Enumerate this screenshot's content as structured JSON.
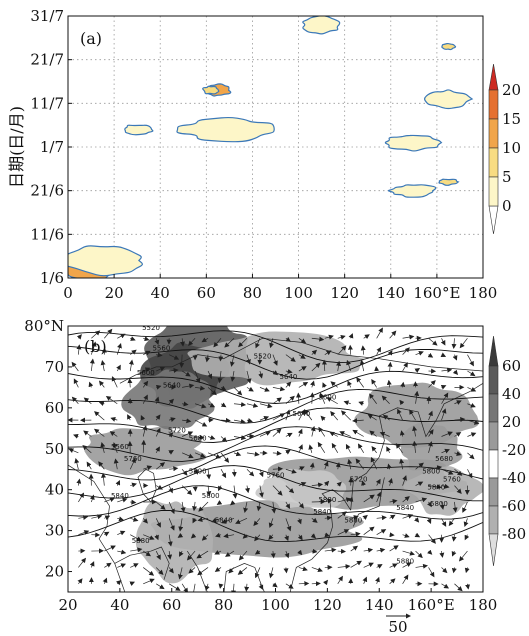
{
  "chart_data": [
    {
      "type": "heatmap",
      "panel_label": "(a)",
      "ylabel": "日期(日/月)",
      "xlim": [
        0,
        180
      ],
      "x_ticks": [
        "0",
        "20",
        "40",
        "60",
        "80",
        "100",
        "120",
        "140",
        "160°E",
        "180"
      ],
      "y_ticks": [
        "1/6",
        "11/6",
        "21/6",
        "1/7",
        "11/7",
        "21/7",
        "31/7"
      ],
      "grid": true,
      "colorbar": {
        "ticks": [
          "0",
          "5",
          "10",
          "15",
          "20"
        ],
        "colors": [
          "#fdf6c8",
          "#f8dc82",
          "#f1a54a",
          "#e57030",
          "#cc2a22"
        ]
      },
      "regions": [
        {
          "x": 10,
          "date": "3/6",
          "level": 10
        },
        {
          "x": 65,
          "date": "14/7",
          "level": 10
        },
        {
          "x": 62,
          "date": "14/7",
          "level": 5
        },
        {
          "x": 165,
          "date": "24/7",
          "level": 5
        },
        {
          "x": 165,
          "date": "23/6",
          "level": 5
        },
        {
          "x": 15,
          "date": "5/6",
          "level": 0
        },
        {
          "x": 70,
          "date": "5/7",
          "level": 0
        },
        {
          "x": 150,
          "date": "2/7",
          "level": 0
        },
        {
          "x": 165,
          "date": "12/7",
          "level": 0
        },
        {
          "x": 150,
          "date": "21/6",
          "level": 0
        },
        {
          "x": 110,
          "date": "29/7",
          "level": 0
        },
        {
          "x": 30,
          "date": "5/7",
          "level": 0
        }
      ]
    },
    {
      "type": "map",
      "panel_label": "(b)",
      "xlim": [
        20,
        180
      ],
      "ylim": [
        15,
        80
      ],
      "x_ticks": [
        "20",
        "40",
        "60",
        "80",
        "100",
        "120",
        "140",
        "160°E",
        "180"
      ],
      "y_ticks": [
        "20",
        "30",
        "40",
        "50",
        "60",
        "70",
        "80°N"
      ],
      "colorbar": {
        "ticks": [
          "60",
          "40",
          "20",
          "-20",
          "-40",
          "-60",
          "-80"
        ],
        "colors": [
          "#5a5a5a",
          "#777777",
          "#9a9a9a",
          "#ffffff",
          "#9a9a9a",
          "#b0b0b0",
          "#c8c8c8"
        ]
      },
      "contour_labels": [
        "5520",
        "5560",
        "5600",
        "5640",
        "5680",
        "5720",
        "5760",
        "5800",
        "5840",
        "5880"
      ],
      "wind_reference": "50"
    }
  ]
}
